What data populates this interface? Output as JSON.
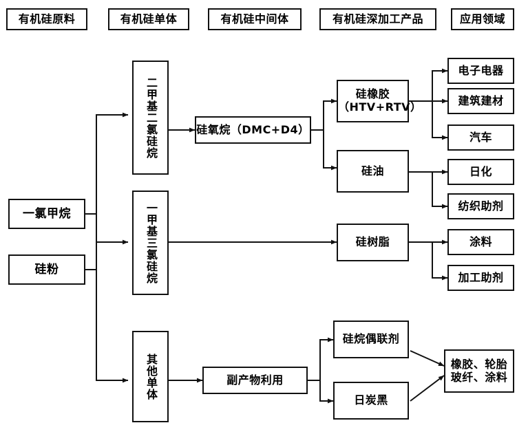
{
  "diagram": {
    "title_row": [
      {
        "id": "hdr-raw",
        "label": "有机硅原料"
      },
      {
        "id": "hdr-monomer",
        "label": "有机硅单体"
      },
      {
        "id": "hdr-intermediate",
        "label": "有机硅中间体"
      },
      {
        "id": "hdr-deep",
        "label": "有机硅深加工产品"
      },
      {
        "id": "hdr-app",
        "label": "应用领域"
      }
    ],
    "raw_materials": [
      {
        "id": "node-chloromethane",
        "label": "一氯甲烷"
      },
      {
        "id": "node-silicon-powder",
        "label": "硅粉"
      }
    ],
    "monomers": [
      {
        "id": "node-dimethyldichlorosilane",
        "label": "二甲基二氯硅烷"
      },
      {
        "id": "node-methyltrichlorosilane",
        "label": "一甲基三氯硅烷"
      },
      {
        "id": "node-other-monomer",
        "label": "其他单体"
      }
    ],
    "intermediates": [
      {
        "id": "node-siloxane",
        "label": "硅氧烷（DMC+D4）"
      },
      {
        "id": "node-byproduct-use",
        "label": "副产物利用"
      }
    ],
    "deep_products": [
      {
        "id": "node-silicone-rubber",
        "label": "硅橡胶\n（HTV+RTV）"
      },
      {
        "id": "node-silicone-oil",
        "label": "硅油"
      },
      {
        "id": "node-silicone-resin",
        "label": "硅树脂"
      },
      {
        "id": "node-silane-coupling-agent",
        "label": "硅烷偶联剂"
      },
      {
        "id": "node-white-carbon-black",
        "label": "日炭黑"
      }
    ],
    "applications": [
      {
        "id": "node-electronics",
        "label": "电子电器"
      },
      {
        "id": "node-construction",
        "label": "建筑建材"
      },
      {
        "id": "node-automotive",
        "label": "汽车"
      },
      {
        "id": "node-daily-chemical",
        "label": "日化"
      },
      {
        "id": "node-textile-aux",
        "label": "纺织助剂"
      },
      {
        "id": "node-coating",
        "label": "涂料"
      },
      {
        "id": "node-processing-aux",
        "label": "加工助剂"
      },
      {
        "id": "node-rubber-tire-glass-coating",
        "label": "橡胶、轮胎\n玻纤、涂料"
      }
    ],
    "colors": {
      "stroke": "#111111",
      "background": "#ffffff",
      "text": "#000000"
    }
  }
}
